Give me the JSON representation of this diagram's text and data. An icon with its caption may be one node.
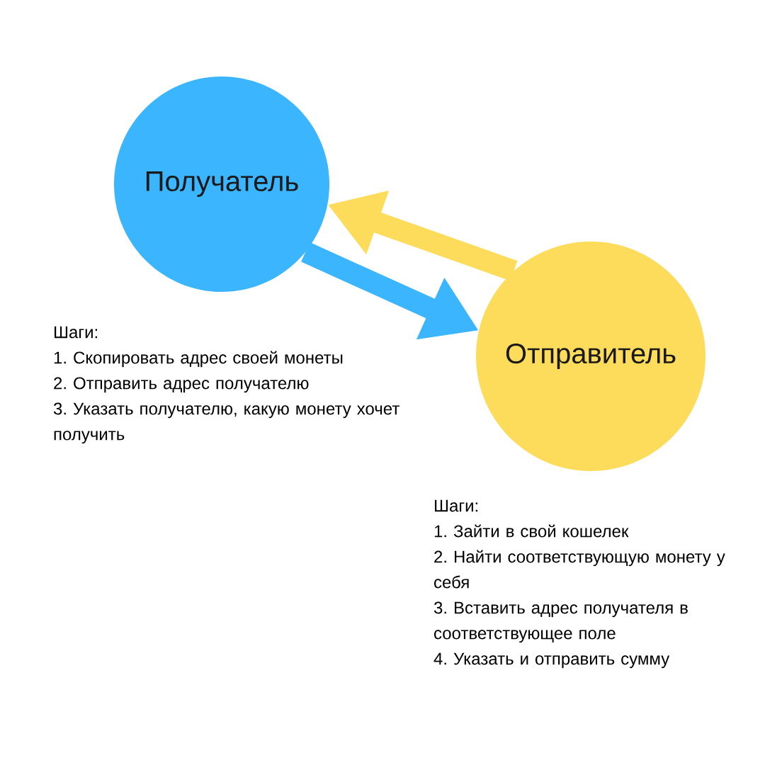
{
  "diagram": {
    "nodes": [
      {
        "text": [
          "Получатель"
        ],
        "beside": [
          "Шаги:",
          "1. Скопировать адрес своей монеты",
          "2. Отправить адрес получателю",
          "3. Указать получателю, какую монету хочет получить"
        ]
      },
      {
        "text": [
          "Отправитель"
        ],
        "beside": [
          "Шаги:",
          "1. Зайти в свой кошелек",
          "2. Найти соответствующую монету у себя",
          "3. Вставить адрес получателя в соответствующее поле",
          "4. Указать и отправить сумму"
        ]
      }
    ],
    "edges": [
      {
        "from": 0,
        "to": 1,
        "arrow": "to",
        "color": "#3bb5fe"
      },
      {
        "from": 1,
        "to": 0,
        "arrow": "to",
        "color": "#fddc5c"
      }
    ]
  }
}
